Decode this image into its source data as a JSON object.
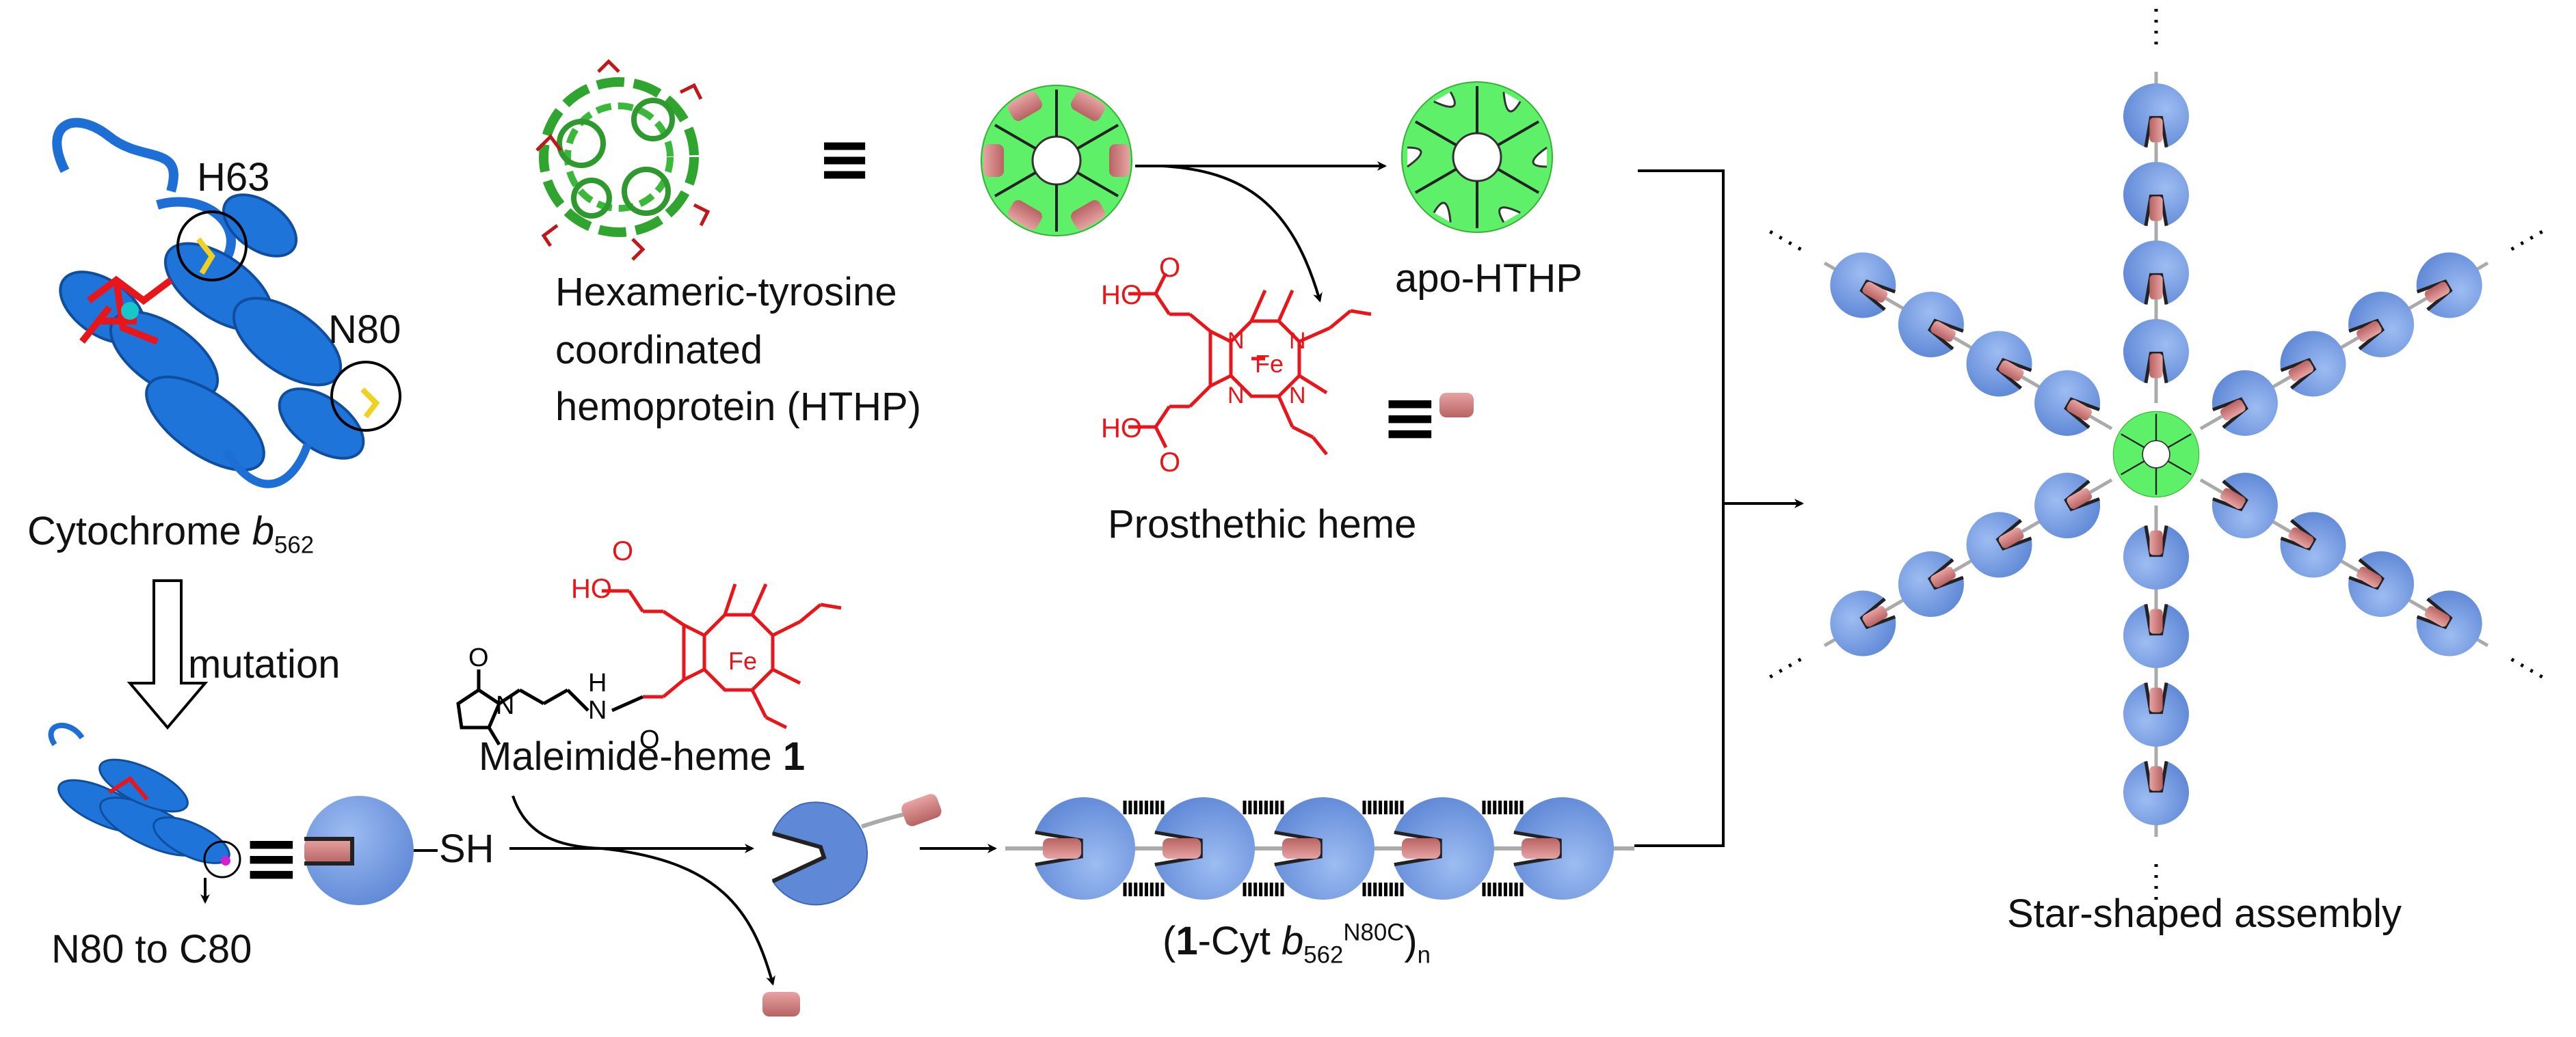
{
  "labels": {
    "h63": "H63",
    "n80": "N80",
    "cytochrome_main": "Cytochrome ",
    "cytochrome_b": "b",
    "cytochrome_sub": "562",
    "mutation": "mutation",
    "n80_to_c80": "N80 to C80",
    "sh": "SH",
    "hthp_line1": "Hexameric-tyrosine",
    "hthp_line2": "coordinated",
    "hthp_line3": "hemoprotein (HTHP)",
    "apo_hthp": "apo-HTHP",
    "prosthetic_heme": "Prosthethic heme",
    "maleimide_heme": "Maleimide-heme ",
    "maleimide_heme_num": "1",
    "polymer_open": "(",
    "polymer_bold": "1",
    "polymer_text": "-Cyt ",
    "polymer_b": "b",
    "polymer_sub": "562",
    "polymer_sup": "N80C",
    "polymer_close": ")",
    "polymer_n": "n",
    "star_assembly": "Star-shaped assembly",
    "equiv_symbol": "≡"
  },
  "chemistry": {
    "ho": "HO",
    "o": "O",
    "fe": "Fe",
    "n": "N",
    "h": "H"
  },
  "colors": {
    "protein_blue": "#6f97e0",
    "protein_blue_dark": "#3f67b8",
    "hthp_green": "#5ef068",
    "heme_pink": "#cc7a7a",
    "heme_red": "#e8161a",
    "ribbon_blue": "#1d6fd6",
    "ribbon_green": "#3bb83b"
  }
}
